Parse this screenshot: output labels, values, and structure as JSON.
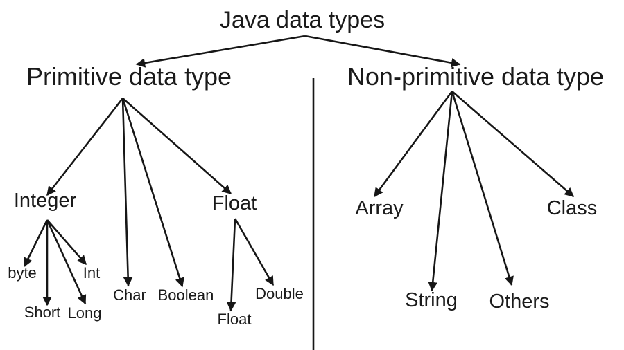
{
  "diagram": {
    "type": "tree",
    "background": "#ffffff",
    "ink_color": "#161616"
  },
  "nodes": {
    "java": {
      "label": "Java data types"
    },
    "primitive": {
      "label": "Primitive data type"
    },
    "non_primitive": {
      "label": "Non-primitive data type"
    },
    "integer": {
      "label": "Integer"
    },
    "float_group": {
      "label": "Float"
    },
    "byte": {
      "label": "byte"
    },
    "int": {
      "label": "Int"
    },
    "short": {
      "label": "Short"
    },
    "long": {
      "label": "Long"
    },
    "char": {
      "label": "Char"
    },
    "boolean": {
      "label": "Boolean"
    },
    "float_child": {
      "label": "Float"
    },
    "double": {
      "label": "Double"
    },
    "array": {
      "label": "Array"
    },
    "string": {
      "label": "String"
    },
    "others": {
      "label": "Others"
    },
    "class": {
      "label": "Class"
    }
  },
  "edges": [
    {
      "from": "java",
      "to": "primitive"
    },
    {
      "from": "java",
      "to": "non_primitive"
    },
    {
      "from": "primitive",
      "to": "integer"
    },
    {
      "from": "primitive",
      "to": "char"
    },
    {
      "from": "primitive",
      "to": "boolean"
    },
    {
      "from": "primitive",
      "to": "float_group"
    },
    {
      "from": "integer",
      "to": "byte"
    },
    {
      "from": "integer",
      "to": "short"
    },
    {
      "from": "integer",
      "to": "long"
    },
    {
      "from": "integer",
      "to": "int"
    },
    {
      "from": "float_group",
      "to": "float_child"
    },
    {
      "from": "float_group",
      "to": "double"
    },
    {
      "from": "non_primitive",
      "to": "array"
    },
    {
      "from": "non_primitive",
      "to": "string"
    },
    {
      "from": "non_primitive",
      "to": "others"
    },
    {
      "from": "non_primitive",
      "to": "class"
    }
  ]
}
